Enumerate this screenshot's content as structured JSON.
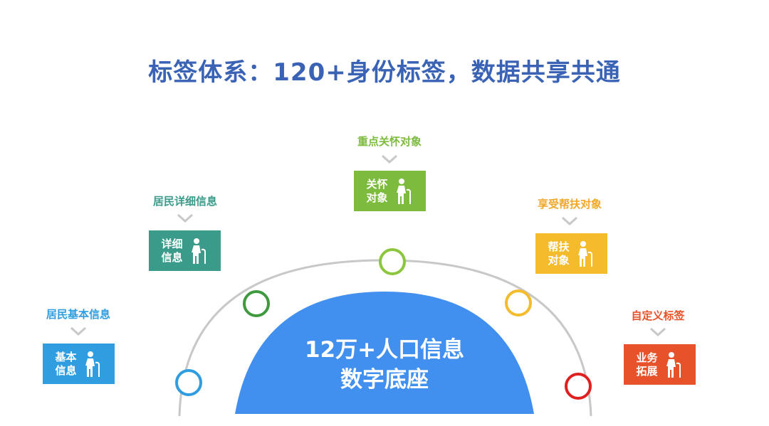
{
  "title": "标签体系：120+身份标签，数据共享共通",
  "base": {
    "line1": "12万+人口信息",
    "line2": "数字底座"
  },
  "categories": [
    {
      "label": "居民基本信息",
      "card_line1": "基本",
      "card_line2": "信息",
      "color": "#2f9de0",
      "icon": "elderly-person-icon"
    },
    {
      "label": "居民详细信息",
      "card_line1": "详细",
      "card_line2": "信息",
      "color": "#3a9b8a",
      "icon": "elderly-person-icon"
    },
    {
      "label": "重点关怀对象",
      "card_line1": "关怀",
      "card_line2": "对象",
      "color": "#7dbb3e",
      "icon": "elderly-person-icon"
    },
    {
      "label": "享受帮扶对象",
      "card_line1": "帮扶",
      "card_line2": "对象",
      "color": "#f4bc2c",
      "icon": "elderly-person-icon"
    },
    {
      "label": "自定义标签",
      "card_line1": "业务",
      "card_line2": "拓展",
      "color": "#e8522a",
      "icon": "elderly-person-icon"
    }
  ],
  "arc_nodes": [
    {
      "color": "#2f9de0"
    },
    {
      "color": "#3f9a3f"
    },
    {
      "color": "#8cc63f"
    },
    {
      "color": "#f4bc2c"
    },
    {
      "color": "#e02020"
    }
  ],
  "colors": {
    "title": "#3a63b5",
    "base_dome": "#4190ef",
    "arc": "#c8c8c8",
    "chevron": "#c8c8c8"
  }
}
